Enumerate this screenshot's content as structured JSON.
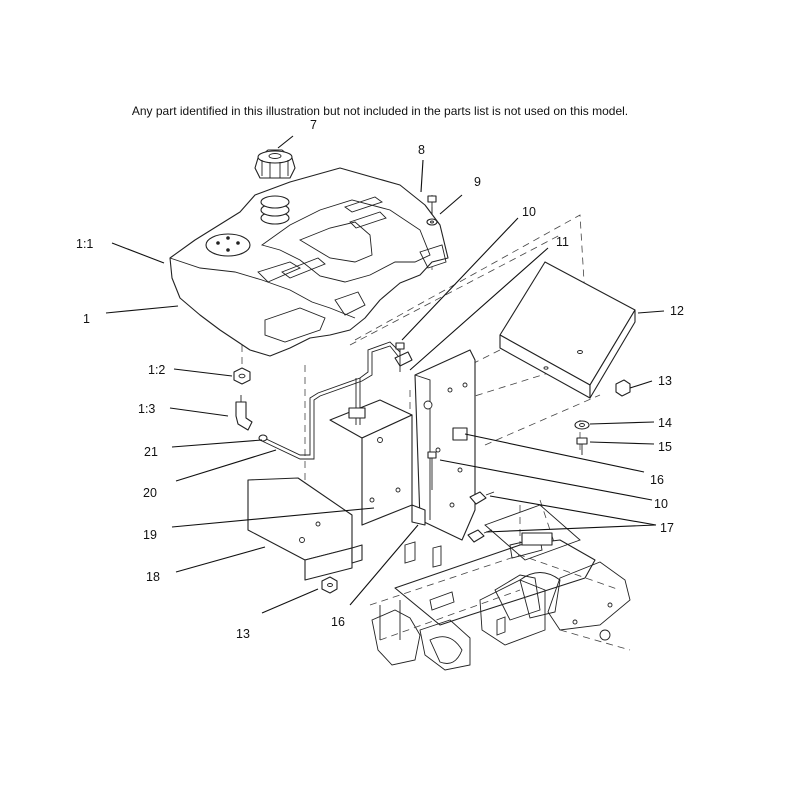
{
  "header": {
    "note": "Any part identified in this illustration but not included in the parts list is not used on this model."
  },
  "callouts": [
    {
      "id": "c-7",
      "text": "7"
    },
    {
      "id": "c-8",
      "text": "8"
    },
    {
      "id": "c-9",
      "text": "9"
    },
    {
      "id": "c-10a",
      "text": "10"
    },
    {
      "id": "c-11",
      "text": "11"
    },
    {
      "id": "c-1-1",
      "text": "1:1"
    },
    {
      "id": "c-1",
      "text": "1"
    },
    {
      "id": "c-12",
      "text": "12"
    },
    {
      "id": "c-1-2",
      "text": "1:2"
    },
    {
      "id": "c-1-3",
      "text": "1:3"
    },
    {
      "id": "c-13a",
      "text": "13"
    },
    {
      "id": "c-14",
      "text": "14"
    },
    {
      "id": "c-15",
      "text": "15"
    },
    {
      "id": "c-21",
      "text": "21"
    },
    {
      "id": "c-16a",
      "text": "16"
    },
    {
      "id": "c-20",
      "text": "20"
    },
    {
      "id": "c-10b",
      "text": "10"
    },
    {
      "id": "c-17",
      "text": "17"
    },
    {
      "id": "c-19",
      "text": "19"
    },
    {
      "id": "c-18",
      "text": "18"
    },
    {
      "id": "c-13b",
      "text": "13"
    },
    {
      "id": "c-16b",
      "text": "16"
    }
  ]
}
